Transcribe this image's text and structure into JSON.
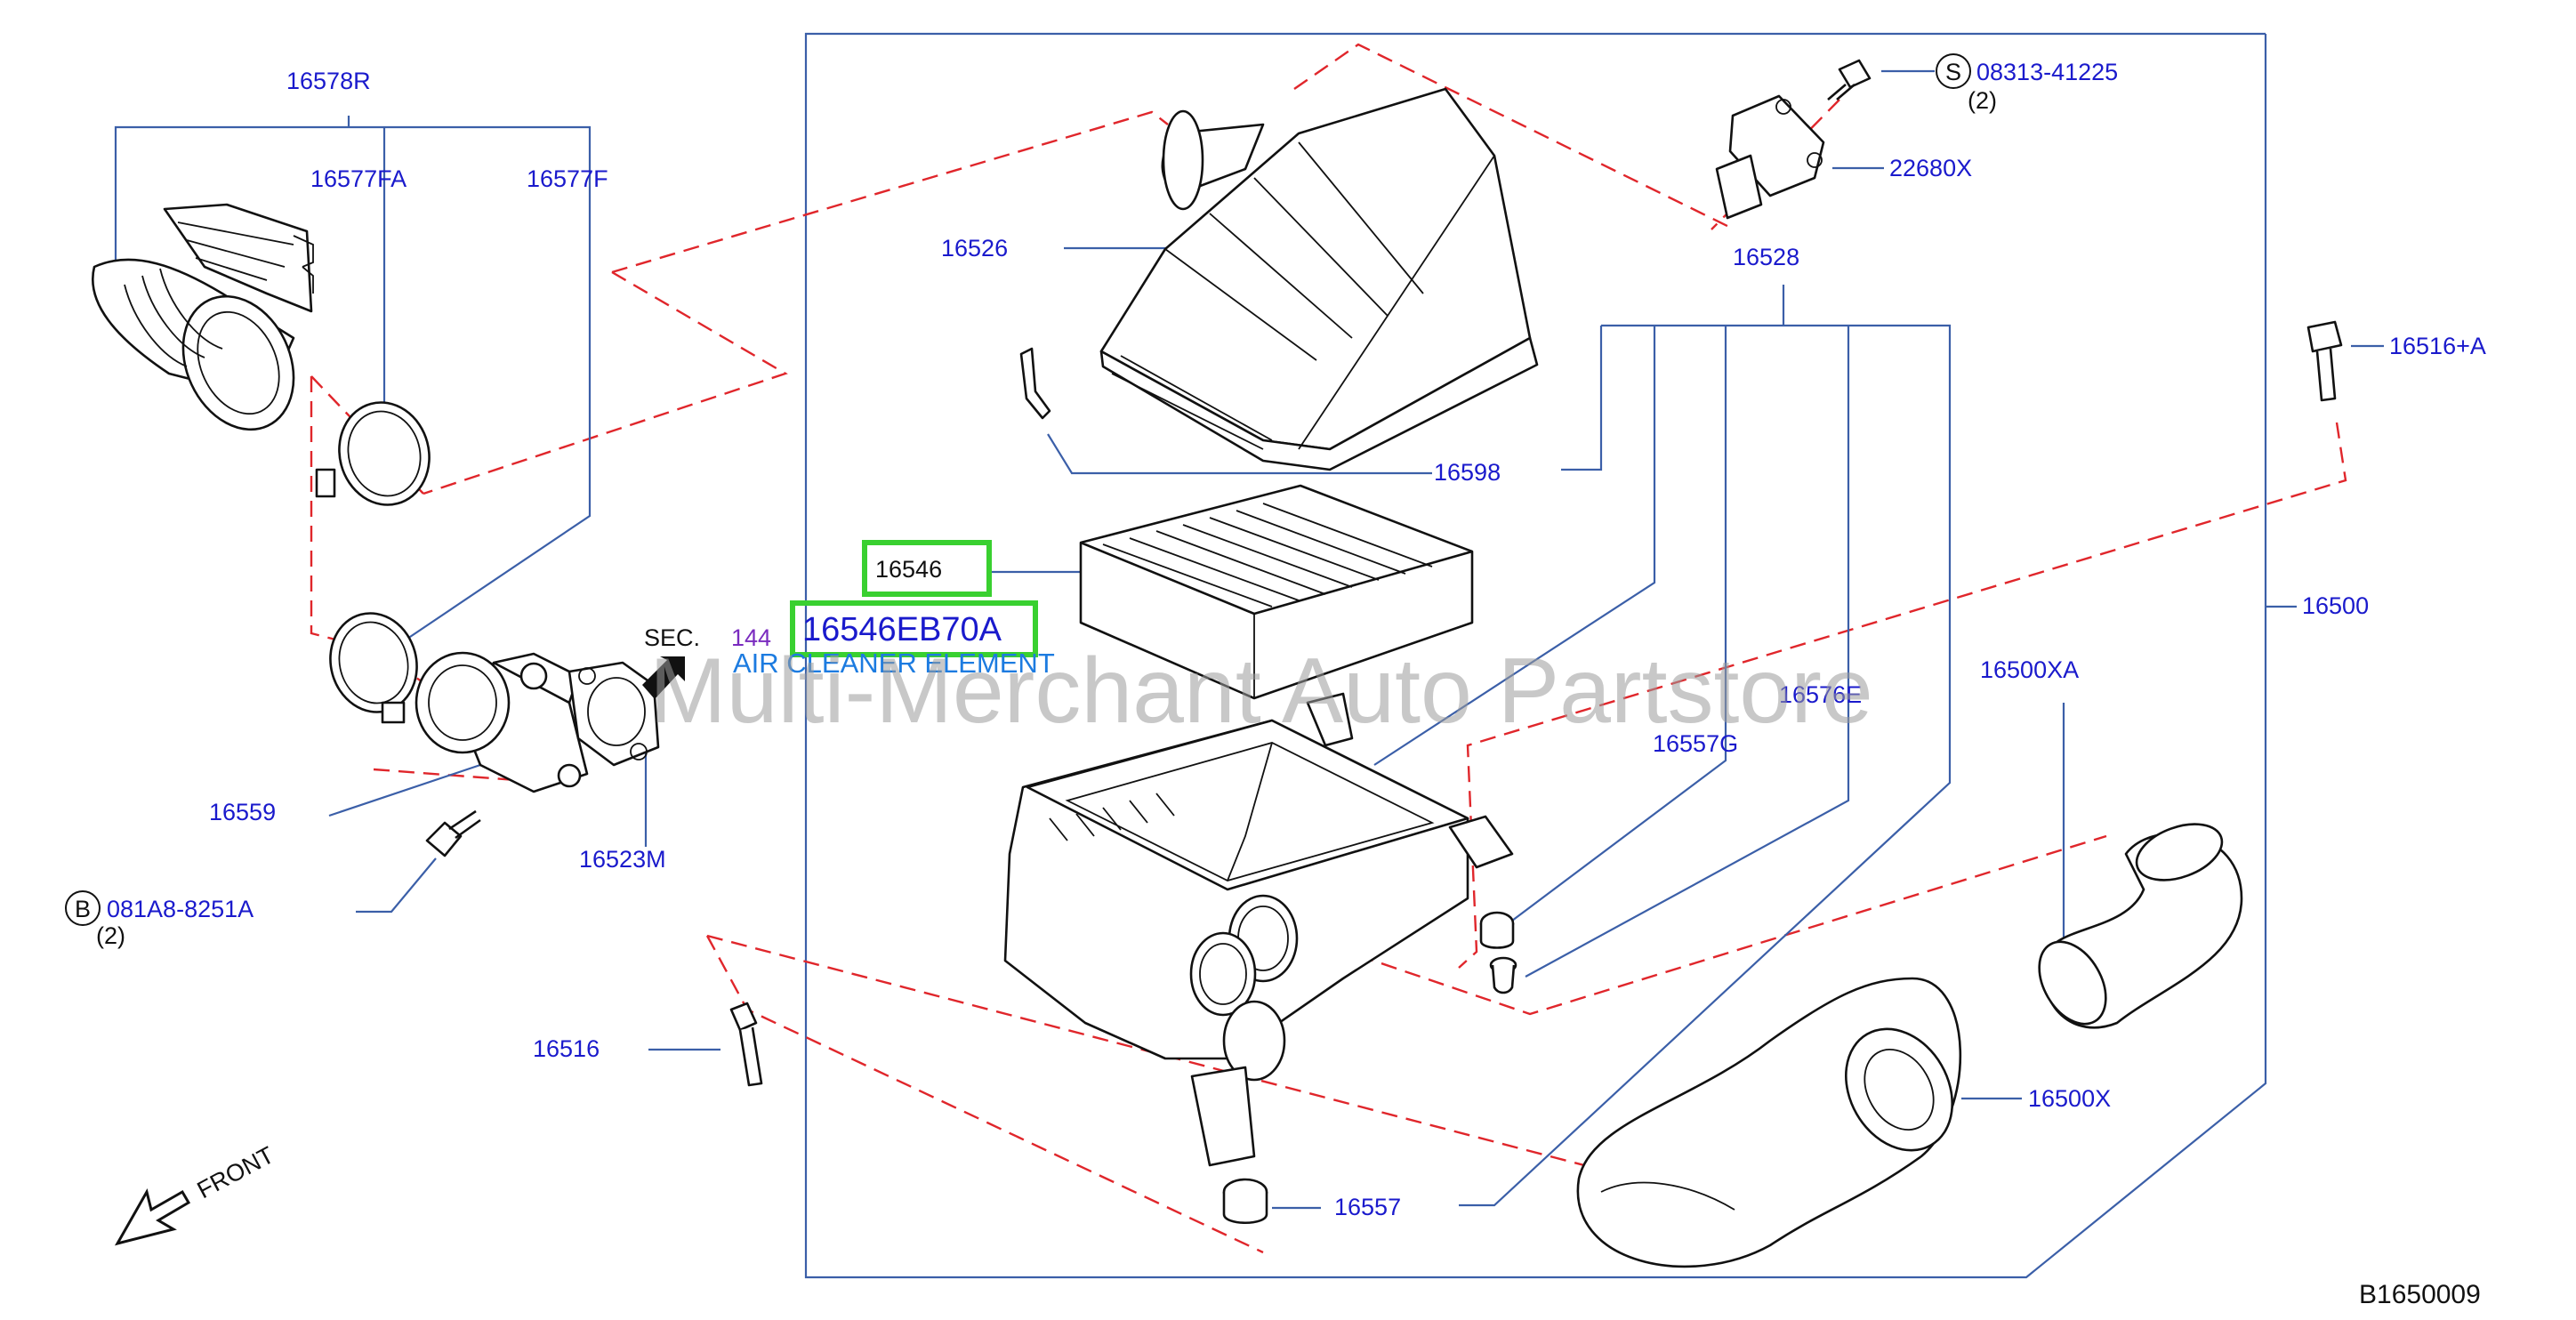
{
  "diagram": {
    "watermark": "Multi-Merchant Auto Partstore",
    "diagram_code": "B1650009",
    "front_label": "FRONT",
    "section_ref": {
      "prefix": "SEC.",
      "number": "144"
    },
    "highlighted_part_number": "16546EB70A",
    "highlighted_part_name": "AIR CLEANER ELEMENT",
    "callouts": {
      "c16578R": "16578R",
      "c16577FA": "16577FA",
      "c16577F": "16577F",
      "c16526": "16526",
      "c16528": "16528",
      "c16598": "16598",
      "c16546": "16546",
      "c16559": "16559",
      "c16523M": "16523M",
      "c16516": "16516",
      "c16557": "16557",
      "c16557G": "16557G",
      "c16576E": "16576E",
      "c16500XA": "16500XA",
      "c16500X": "16500X",
      "c16500": "16500",
      "c16516A": "16516+A",
      "c22680X": "22680X"
    },
    "bolt_refs": {
      "s_letter": "S",
      "s_number": "08313-41225",
      "s_qty": "(2)",
      "b_letter": "B",
      "b_number": "081A8-8251A",
      "b_qty": "(2)"
    }
  }
}
